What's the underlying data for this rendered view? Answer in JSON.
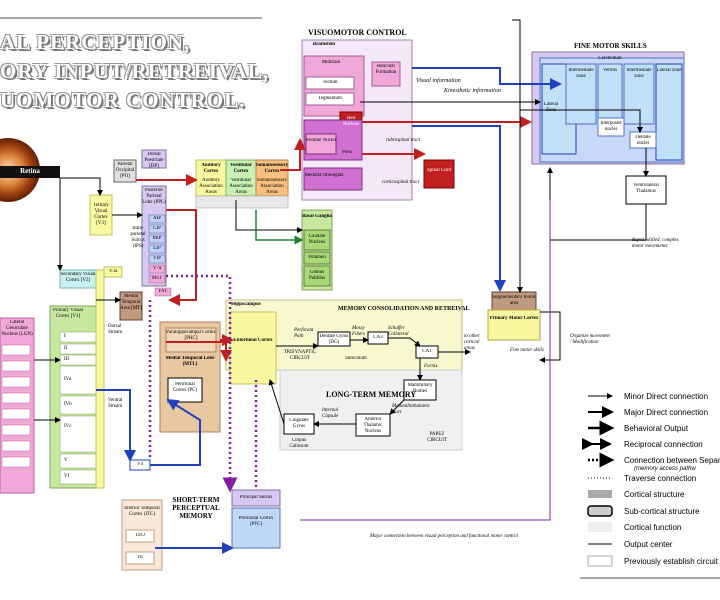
{
  "title": {
    "line1": "AL PERCEPTION,",
    "line2": "ORY INPUT/RETREIVAL,",
    "line3": "UOMOTOR CONTROL."
  },
  "sections": {
    "visuomotor": "VISUOMOTOR CONTROL",
    "fine_motor": "FINE MOTOR SKILLS",
    "memory_consolidation": "MEMORY CONSOLIDATION AND RETREIVAL",
    "long_term": "LONG-TERM MEMORY",
    "short_term": "SHORT-TERM PERCEPTUAL MEMORY",
    "trisynaptic": "TRISYNAPTIC CIRCUIT",
    "papez": "PAPEZ CIRCUIT"
  },
  "boxes": {
    "retina": "Retina",
    "lgn": "Lateral Geniculate Nucleus (LGN)",
    "v1": "Primary Visual Cortex [V1]",
    "v2": "Secondary Visual Cortex [V2]",
    "v3": "Tertiary Visual Cortex [V3]",
    "v3a": "V3a",
    "po": "Parietal Occipital [PO]",
    "dp": "Dorsal Prestriate [DP]",
    "ppl": "Posterior Parietal Lobe (PPL)",
    "ips": "Intra-parietal Sulcus (IPS)",
    "aip": "AIP",
    "cip": "CIP",
    "mip": "MIP",
    "lip": "LIP",
    "vip": "VIP",
    "v7a": "V7a",
    "mst": "MST",
    "fst": "FST",
    "mt": "Medial Temporal Area [MT]",
    "auditory": "Auditory Cortex",
    "auditory_assoc": "Auditory Association Areas",
    "vestibular": "Vestibular Cortex",
    "vestibular_assoc": "Vestibular Association Areas",
    "somatosensory": "Somatosensory Cortex",
    "somatosensory_assoc": "Somatosensory Association Areas",
    "brainstem": "Brainstem",
    "reticular": "Reticular Formation",
    "midbrain": "Midbrain",
    "tectum": "Tectum",
    "tegmentum": "Tegmentum",
    "red_nucleus": "Red Nucleus",
    "pontine": "Pontine Nuclei",
    "pons": "Pons",
    "medulla": "Medulla Oblongata",
    "spinal": "Spinal Cord",
    "cerebellum": "Cerebellum",
    "lateral_zone_top": "Lateral zone",
    "intermediate_l": "Intermediate zone",
    "vermis": "Vermis",
    "intermediate_r": "Intermediate zone",
    "lateral_zone": "Lateral Zone",
    "interposed": "Interposed nuclei",
    "dentate": "Dentate nuclei",
    "thalamus": "Ventrolateral Thalamus",
    "basal": "Basal Ganglia",
    "caudate": "Caudate Nucleus",
    "putamen": "Putamen",
    "globus": "Globus Pallidus",
    "supplementary": "Supplementary motor area",
    "primary_motor": "Primary Motor Cortex",
    "hippocampus": "Hippocampus",
    "entorhinal": "Entorhinal Cortex",
    "dentate_gyrus": "Dentate Gyrus (DG)",
    "ca3": "CA3",
    "ca1": "CA1",
    "subiculum": "Subiculum",
    "mammillary": "Mammillary Bodies",
    "anterior_thal": "Anterior Thalamic Nucleus",
    "cingulate": "Cingulate Gyrus",
    "corpus": "Corpus Callosum",
    "parahippo": "Parahippocampal Cortex [PHC]",
    "mtl": "Medial Temporal Lobe (MTL)",
    "perirhinal": "Perirhinal Cortex (PC)",
    "v4": "V4",
    "itc": "Inferior Temporal Cortex (ITC)",
    "teo": "TEO",
    "te": "TE",
    "principal": "Principal Sulcus",
    "pfc": "Prefrontal Cortex (PFC)"
  },
  "labels": {
    "visual_info": "Visual information",
    "kinesthetic": "Kinesthetic information",
    "rubrospinal": "rubrospinal tract",
    "corticospinal": "corticospinal tract",
    "dorsal_stream": "Dorsal Stream",
    "ventral_stream": "Ventral Stream",
    "perforant": "Perforant Path",
    "mossy": "Mossy Fibers",
    "schaffer": "Schaffer Collateral",
    "fornix": "Fornix",
    "internal_capsule": "Internal Capsule",
    "mammillo": "Mammillothalamic tract",
    "to_other": "to other cortical areas",
    "fine_motor_output": "Fine motor skills",
    "rapid_skilled": "Rapid, skilled, complex motor movements",
    "major_connection": "Major connection between visual perception and functional motor control",
    "organize_movement": "Organize movement / Modification"
  },
  "layers": [
    "I",
    "II",
    "III",
    "IVa",
    "IVb",
    "IVc",
    "V",
    "VI"
  ],
  "legend": [
    {
      "text": "Minor Direct connection",
      "kind": "minor"
    },
    {
      "text": "Major Direct connection",
      "kind": "major"
    },
    {
      "text": "Behavioral Output",
      "kind": "output"
    },
    {
      "text": "Reciprocal connection",
      "kind": "reciprocal"
    },
    {
      "text": "Connection between Separate Pa",
      "kind": "dotted"
    },
    {
      "text": "Traverse connection",
      "kind": "dashed"
    },
    {
      "text": "Cortical structure",
      "kind": "cortical"
    },
    {
      "text": "Sub-cortical structure",
      "kind": "subcortical"
    },
    {
      "text": "Cortical function",
      "kind": "function"
    },
    {
      "text": "Output center",
      "kind": "outputcenter"
    },
    {
      "text": "Previously establish circuit",
      "kind": "circuit"
    }
  ],
  "legend_sub": "(memory access pathw",
  "colors": {
    "lavender": "#d6c8f0",
    "pink": "#f0a8d8",
    "magenta": "#d070d0",
    "lightgreen": "#c8e8a0",
    "green": "#a8d878",
    "yellow": "#f8f8a0",
    "tan": "#e8c8a0",
    "blue": "#a8c8f0",
    "darkblue": "#2040c0",
    "red": "#c02020",
    "purple": "#8020a0"
  }
}
